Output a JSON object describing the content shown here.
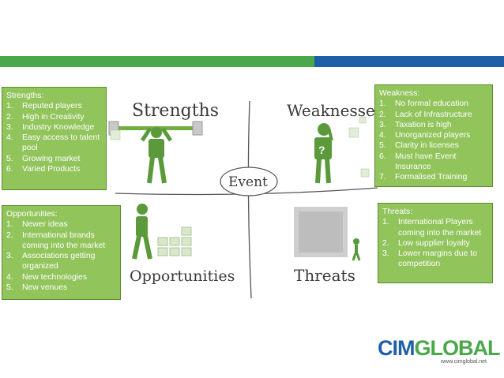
{
  "strengths": {
    "title": "Strengths:",
    "items": [
      "Reputed players",
      "High in Creativity",
      "Industry Knowledge",
      "Easy access to talent pool",
      "Growing market",
      "Varied Products"
    ]
  },
  "weakness": {
    "title": "Weakness:",
    "items": [
      "No formal education",
      "Lack of Infrastructure",
      "Taxation is high",
      "Unorganized players",
      "Clarity in licenses",
      "Must have Event Insurance",
      "Formalised Training"
    ]
  },
  "opportunities": {
    "title": "Opportunities:",
    "items": [
      "Newer ideas",
      "International brands coming into the market",
      "Associations getting organized",
      "New technologies",
      "New venues"
    ]
  },
  "threats": {
    "title": "Threats:",
    "items": [
      "International Players coming into the market",
      "Low supplier loyalty",
      "Lower margins due to competition"
    ]
  },
  "diagram": {
    "q_strengths": "Strengths",
    "q_weaknesses": "Weaknesses",
    "q_opportunities": "Opportunities",
    "q_threats": "Threats",
    "center": "Event"
  },
  "logo": {
    "part1": "CIM",
    "part2": "GLOBAL",
    "url": "www.cimglobal.net"
  },
  "colors": {
    "box_fill": "#92c45c",
    "bar_green": "#4aa84a",
    "bar_blue": "#1f5fa8",
    "figure_green": "#5a9a3a"
  }
}
